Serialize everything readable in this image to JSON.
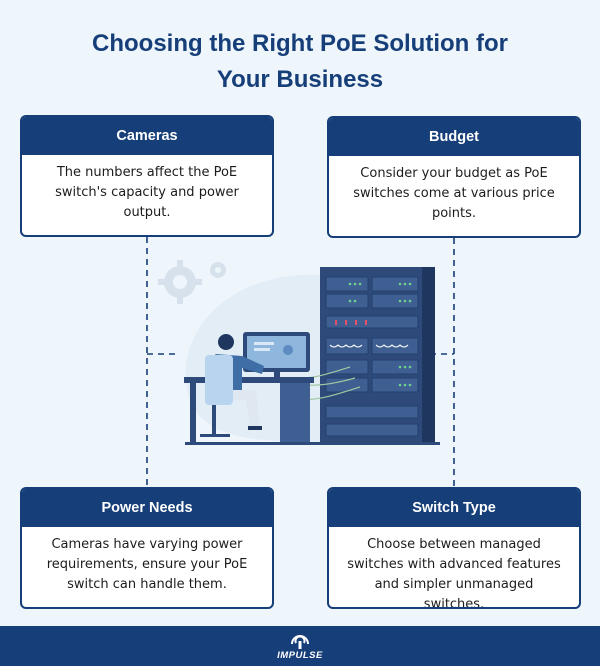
{
  "title": {
    "line1": "Choosing the Right PoE Solution for",
    "line2": "Your Business"
  },
  "cards": {
    "cameras": {
      "heading": "Cameras",
      "body": "The numbers affect the PoE switch's capacity and power output."
    },
    "budget": {
      "heading": "Budget",
      "body": "Consider your budget as PoE switches come at various price points."
    },
    "power_needs": {
      "heading": "Power Needs",
      "body": "Cameras have varying power requirements, ensure your PoE switch can handle them."
    },
    "switch_type": {
      "heading": "Switch Type",
      "body": "Choose between managed switches with advanced features and simpler unmanaged switches."
    }
  },
  "footer": {
    "brand": "IMPULSE"
  },
  "colors": {
    "primary": "#163e78",
    "background": "#eef6fc",
    "rack": "#2e4a7a",
    "accent_green": "#6fd18a"
  },
  "illustration": {
    "subject": "person-at-desk-with-server-rack",
    "icons": [
      "gear-icon",
      "server-rack-icon",
      "monitor-icon"
    ]
  }
}
